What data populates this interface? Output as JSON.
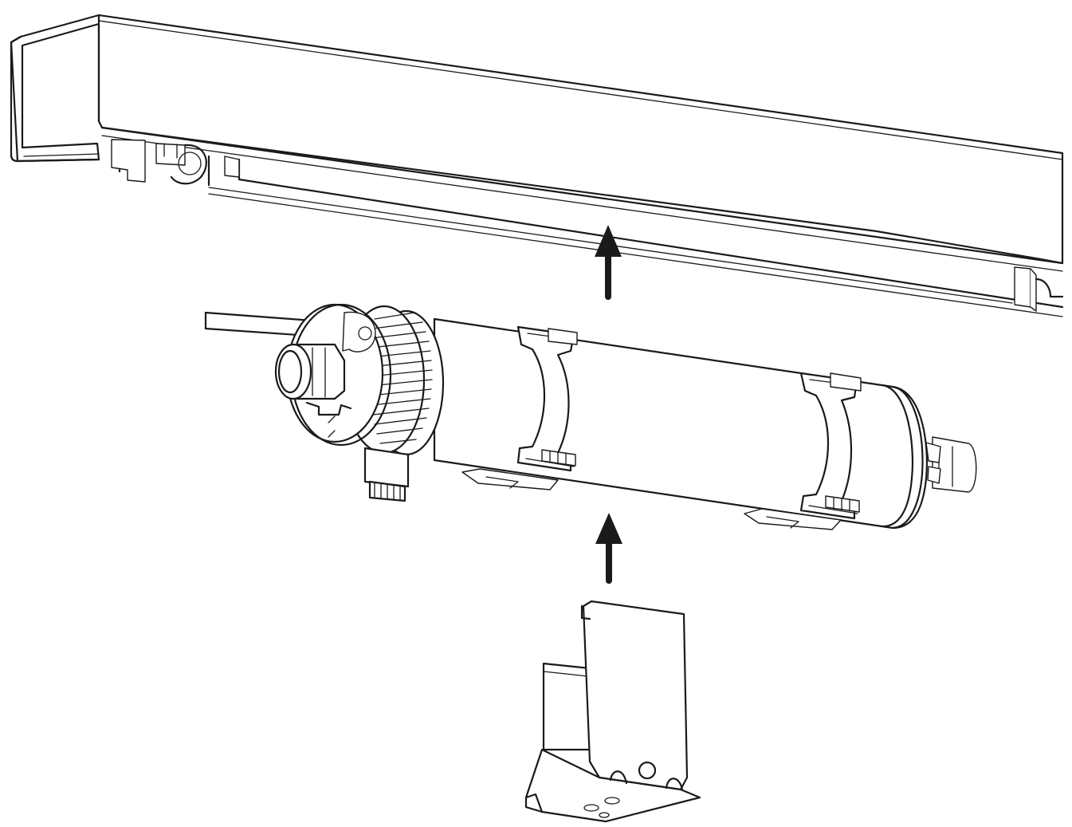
{
  "figure": {
    "parts": [
      "rail-track",
      "tubular-motor",
      "mounting-bracket"
    ],
    "arrows": [
      {
        "direction": "up",
        "meaning": "insert-motor-into-rail"
      },
      {
        "direction": "up",
        "meaning": "attach-bracket-to-motor"
      }
    ]
  },
  "colors": {
    "line": "#1a1a1a",
    "fill": "#ffffff",
    "background": "#ffffff"
  }
}
